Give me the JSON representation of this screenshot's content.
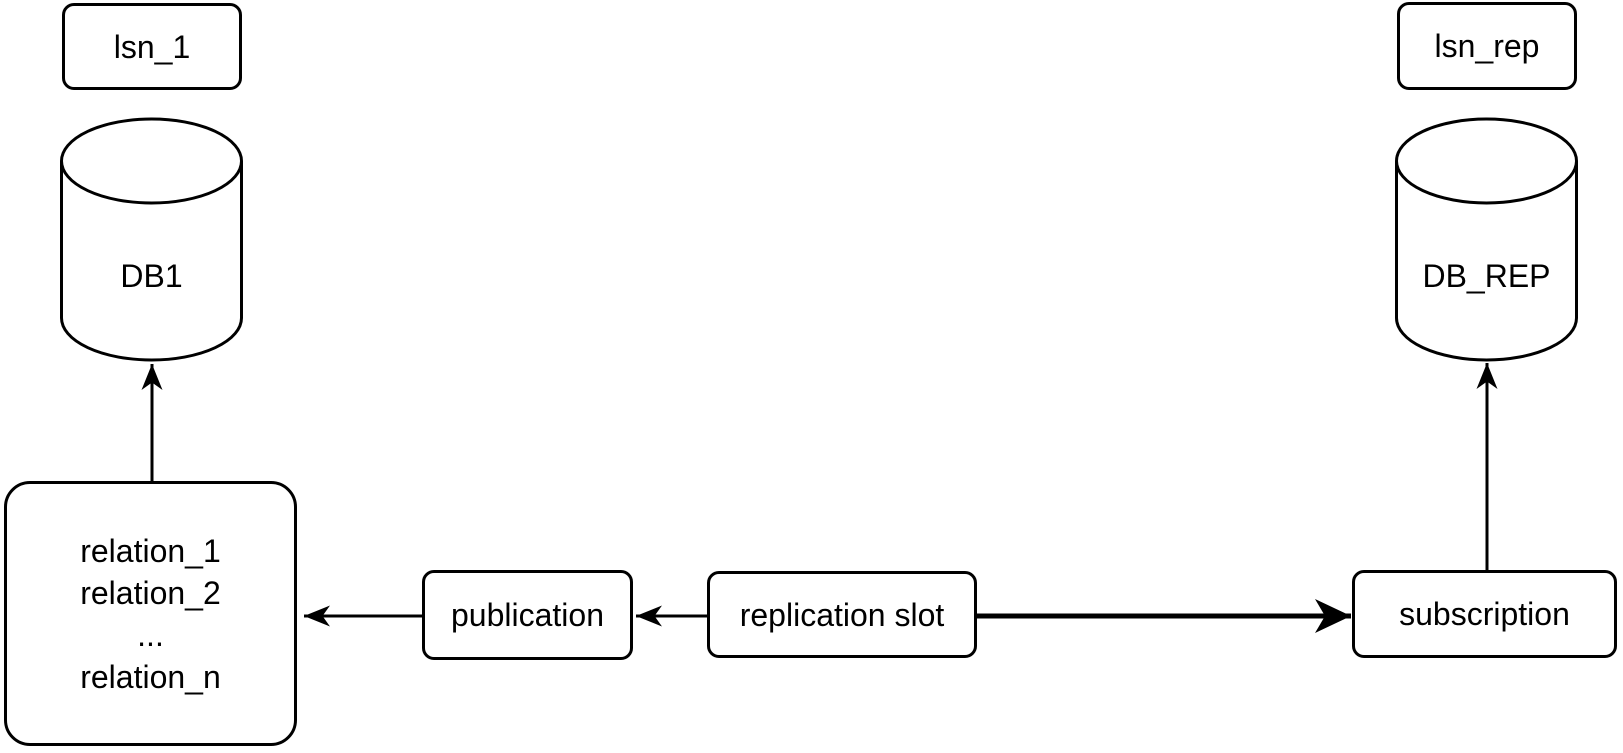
{
  "colors": {
    "stroke": "#000000",
    "background": "#ffffff"
  },
  "nodes": {
    "lsn_source": {
      "label": "lsn_1"
    },
    "db_source": {
      "label": "DB1"
    },
    "lsn_replica": {
      "label": "lsn_rep"
    },
    "db_replica": {
      "label": "DB_REP"
    },
    "relation_list": {
      "lines": [
        "relation_1",
        "relation_2",
        "...",
        "relation_n"
      ]
    },
    "publication": {
      "label": "publication"
    },
    "replication_slot": {
      "label": "replication slot"
    },
    "subscription": {
      "label": "subscription"
    }
  },
  "edges": [
    {
      "from": "relation_list",
      "to": "db_source",
      "direction": "up",
      "style": "thin"
    },
    {
      "from": "publication",
      "to": "relation_list",
      "direction": "left",
      "style": "thin"
    },
    {
      "from": "replication_slot",
      "to": "publication",
      "direction": "left",
      "style": "thin"
    },
    {
      "from": "replication_slot",
      "to": "subscription",
      "direction": "right",
      "style": "thick"
    },
    {
      "from": "subscription",
      "to": "db_replica",
      "direction": "up",
      "style": "thin"
    }
  ]
}
